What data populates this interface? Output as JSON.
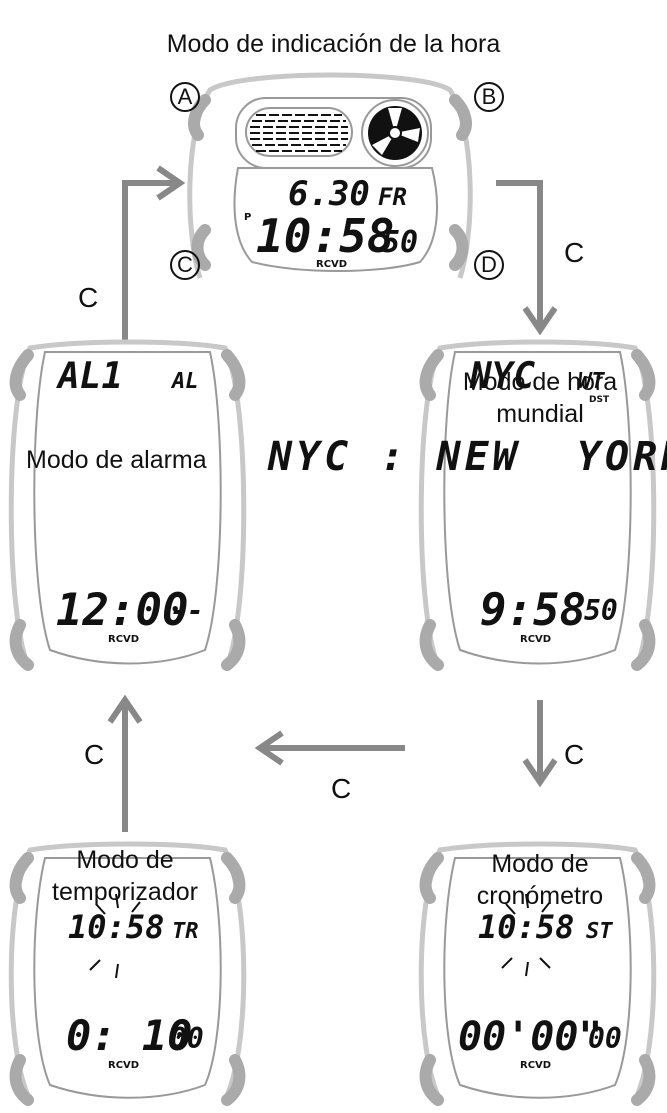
{
  "modes": {
    "timekeeping": {
      "title": "Modo de indicación de la hora",
      "date": "6.30",
      "day": "FR",
      "pm": "P",
      "time": "10:58",
      "seconds": "50",
      "rcvd": "RCVD"
    },
    "world_time": {
      "title_line1": "Modo de hora",
      "title_line2": "mundial",
      "city_display": "NYC : NEW  YORK",
      "city": "NYC",
      "mode_ind": "WT",
      "dst": "DST",
      "time": "9:58",
      "seconds": "50",
      "rcvd": "RCVD"
    },
    "alarm": {
      "title": "Modo de alarma",
      "alarm_no": "AL1",
      "mode_ind": "AL",
      "time": "12:00",
      "seconds": "--",
      "rcvd": "RCVD"
    },
    "timer": {
      "title_line1": "Modo de",
      "title_line2": "temporizador",
      "top_time": "10:58",
      "mode_ind": "TR",
      "time": "0: 10",
      "seconds": "00",
      "rcvd": "RCVD"
    },
    "stopwatch": {
      "title_line1": "Modo de",
      "title_line2": "cronómetro",
      "top_time": "10:58",
      "mode_ind": "ST",
      "time": "00'00\"",
      "seconds": "00",
      "rcvd": "RCVD"
    }
  },
  "buttons": {
    "a": "A",
    "b": "B",
    "c": "C",
    "d": "D"
  },
  "arrows": {
    "c1": "C",
    "c2": "C",
    "c3": "C",
    "c4": "C",
    "c5": "C"
  }
}
